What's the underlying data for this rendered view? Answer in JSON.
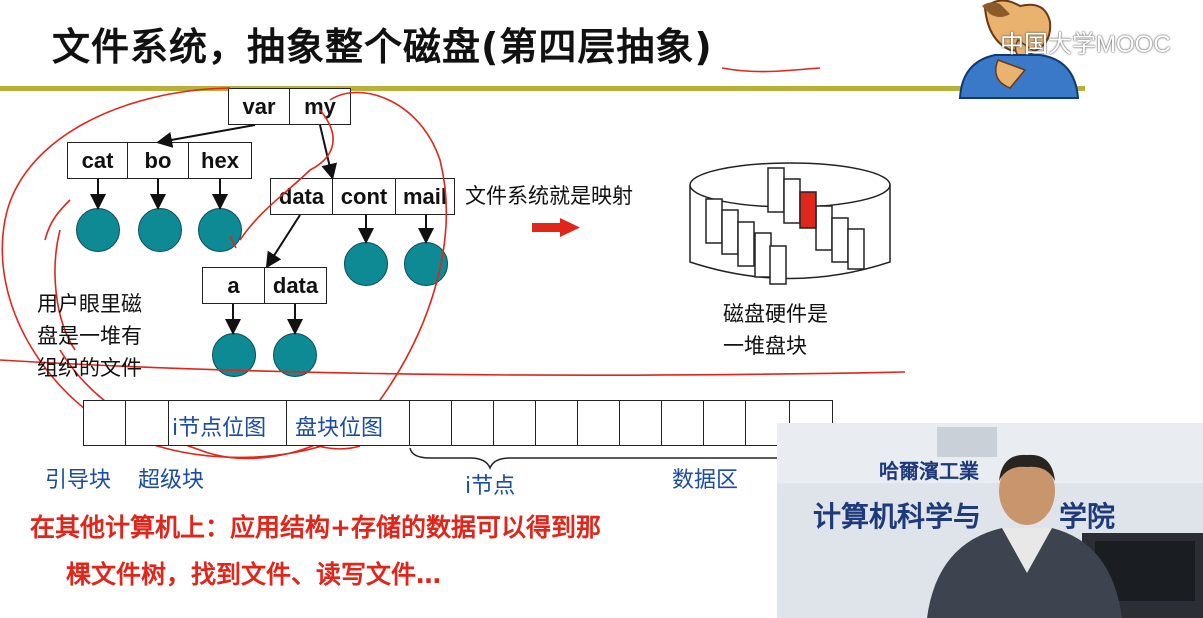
{
  "slide": {
    "title": "文件系统，抽象整个磁盘(第四层抽象)",
    "watermark": "中国大学MOOC",
    "colors": {
      "accent_rule": "#b7b13a",
      "node": "#0e8a95",
      "red": "#e0261a",
      "blue": "#1a4ba5"
    }
  },
  "tree": {
    "root": [
      "var",
      "my"
    ],
    "level2_left": [
      "cat",
      "bo",
      "hex"
    ],
    "level2_right": [
      "data",
      "cont",
      "mail"
    ],
    "level3": [
      "a",
      "data"
    ]
  },
  "notes": {
    "user_view": [
      "用户眼里磁",
      "盘是一堆有",
      "组织的文件"
    ],
    "mapping": "文件系统就是映射",
    "disk_view": [
      "磁盘硬件是",
      "一堆盘块"
    ]
  },
  "disk_strip": {
    "inode_bitmap": "i节点位图",
    "block_bitmap": "盘块位图",
    "boot_block": "引导块",
    "super_block": "超级块",
    "inodes": "i节点",
    "data_area": "数据区"
  },
  "bottom_text": [
    "在其他计算机上：应用结构+存储的数据可以得到那",
    "棵文件树，找到文件、读写文件…"
  ],
  "video": {
    "banner_top": "哈爾濱工業",
    "banner_main": "计算机科学与",
    "banner_tail": "学院"
  }
}
